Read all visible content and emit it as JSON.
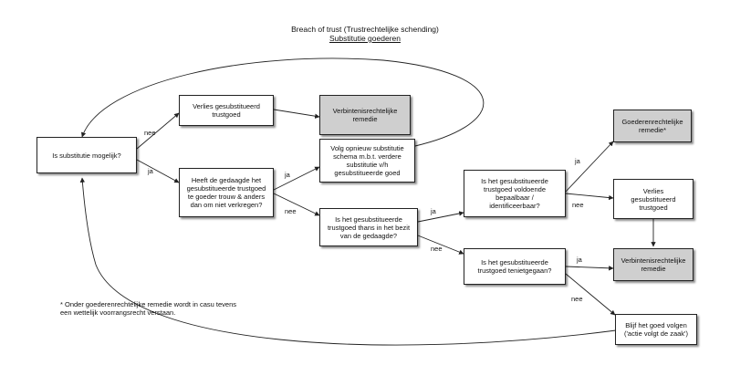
{
  "title": "Breach of trust (Trustrechtelijke schending)",
  "subtitle": "Substitutie goederen",
  "nodes": {
    "substitutie_mogelijk": "Is substitutie mogelijk?",
    "verlies_1": "Verlies gesubstitueerd\ntrustgoed",
    "verbintenis_1": "Verbintenisrechtelijke\nremedie",
    "volg_opnieuw": "Volg opnieuw substitutie\nschema m.b.t. verdere\nsubstitutie v/h\ngesubstitueerde goed",
    "heeft_gedaagde": "Heeft de gedaagde het\ngesubstitueerde trustgoed\nte goeder trouw & anders\ndan om niet verkregen?",
    "in_bezit": "Is het gesubstitueerde\ntrustgoed thans in het bezit\nvan de gedaagde?",
    "voldoende_bepaalbaar": "Is het gesubstitueerde\ntrustgoed voldoende\nbepaalbaar /\nidentificeerbaar?",
    "tenietgegaan": "Is het gesubstitueerde\ntrustgoed tenietgegaan?",
    "goederen_remedie": "Goederenrechtelijke\nremedie*",
    "verlies_2": "Verlies\ngesubstitueerd\ntrustgoed",
    "verbintenis_2": "Verbintenisrechtelijke\nremedie",
    "blijf_volgen": "Blijf het goed volgen\n('actie volgt de zaak')"
  },
  "labels": {
    "nee_1": "nee",
    "ja_1": "ja",
    "ja_2": "ja",
    "nee_2": "nee",
    "ja_3": "ja",
    "nee_3": "nee",
    "ja_4": "ja",
    "nee_4": "nee",
    "ja_5": "ja",
    "nee_5": "nee"
  },
  "footnote": "* Onder goederenrechtelijke remedie wordt in casu tevens\neen wettelijk voorrangsrecht verstaan."
}
